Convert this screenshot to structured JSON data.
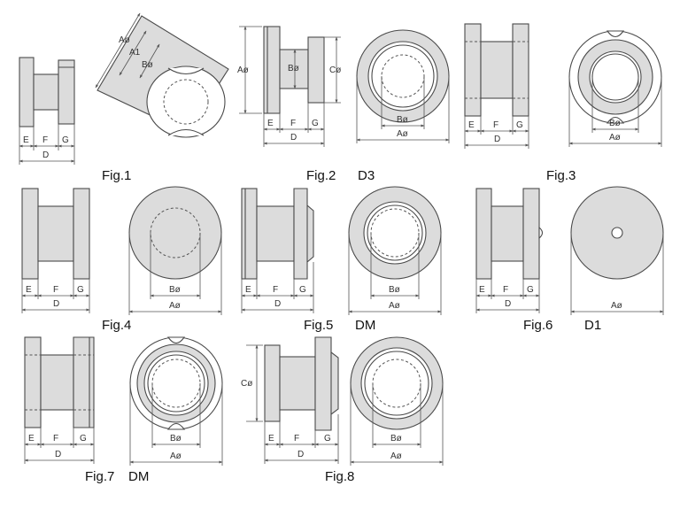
{
  "figures": {
    "fig1": "Fig.1",
    "fig2": "Fig.2",
    "fig3": "Fig.3",
    "fig4": "Fig.4",
    "fig5": "Fig.5",
    "fig6": "Fig.6",
    "fig7": "Fig.7",
    "fig8": "Fig.8"
  },
  "variants": {
    "d3": "D3",
    "dm": "DM",
    "d1": "D1",
    "dm7": "DM"
  },
  "dims": {
    "e": "E",
    "f": "F",
    "g": "G",
    "d": "D",
    "a": "Aø",
    "b": "Bø",
    "c": "Cø",
    "a1": "A1"
  }
}
